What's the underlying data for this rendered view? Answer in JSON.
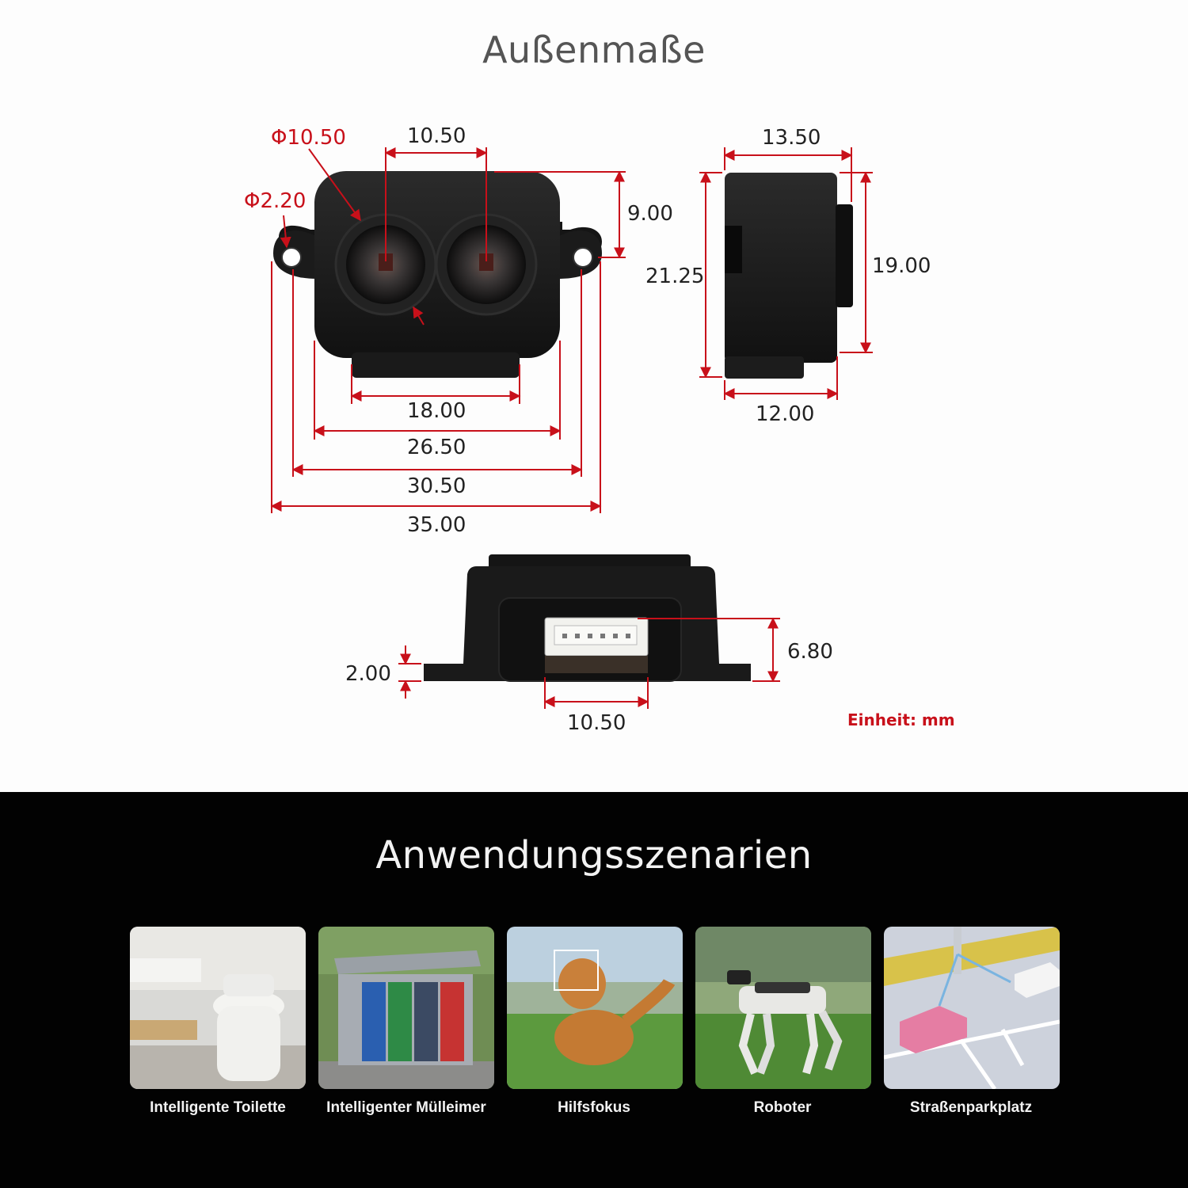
{
  "titles": {
    "dimensions": "Außenmaße",
    "applications": "Anwendungsszenarien"
  },
  "colors": {
    "dim_line": "#c8101a",
    "dim_text": "#222222",
    "sensor_body": "#1a1a1a",
    "bottom_bg": "#020202"
  },
  "front_view": {
    "lens_diameter": "Φ10.50",
    "hole_diameter": "Φ2.20",
    "lens_spacing": "10.50",
    "lens_offset": "9.00",
    "connector_width": "18.00",
    "body_width": "26.50",
    "hole_spacing": "30.50",
    "total_width": "35.00"
  },
  "side_view": {
    "depth_top": "13.50",
    "height_total": "21.25",
    "height_body": "19.00",
    "depth_bottom": "12.00"
  },
  "bottom_view": {
    "flange_height": "2.00",
    "connector_height": "6.80",
    "connector_width": "10.50"
  },
  "unit_note": "Einheit: mm",
  "scenarios": [
    {
      "label": "Intelligente Toilette",
      "icon": "toilet-image"
    },
    {
      "label": "Intelligenter Mülleimer",
      "icon": "trash-bin-image"
    },
    {
      "label": "Hilfsfokus",
      "icon": "dog-image"
    },
    {
      "label": "Roboter",
      "icon": "robot-dog-image"
    },
    {
      "label": "Straßenparkplatz",
      "icon": "parking-image"
    }
  ]
}
